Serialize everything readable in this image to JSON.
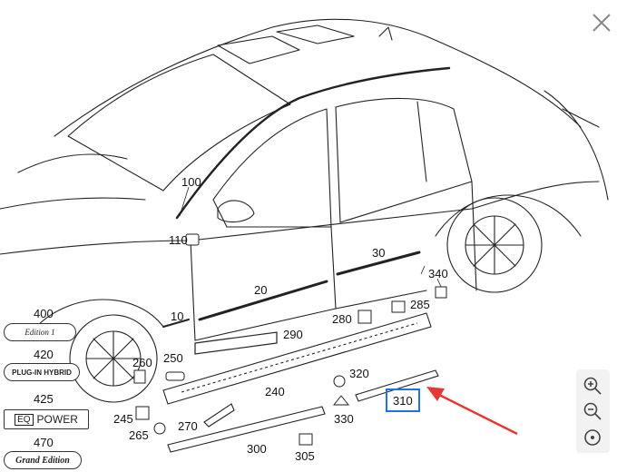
{
  "labels": {
    "p100": "100",
    "p110": "110",
    "p30": "30",
    "p340": "340",
    "p20": "20",
    "p285": "285",
    "p10": "10",
    "p280": "280",
    "p290": "290",
    "p250": "250",
    "p260": "260",
    "p320": "320",
    "p240": "240",
    "p310": "310",
    "p245": "245",
    "p270": "270",
    "p330": "330",
    "p265": "265",
    "p300": "300",
    "p305": "305",
    "p400": "400",
    "p420": "420",
    "p425": "425",
    "p470": "470"
  },
  "badges": {
    "edition1": "Edition 1",
    "plugin_hybrid": "PLUG-IN HYBRID",
    "eq_power": "POWER",
    "eq_mark": "EQ",
    "grand_edition": "Grand Edition"
  },
  "highlight": {
    "part": "310",
    "color": "#1e73e8"
  },
  "arrow_color": "#e53935",
  "controls": {
    "close": "close-icon",
    "zoom_in": "zoom-in-icon",
    "zoom_out": "zoom-out-icon",
    "reset": "reset-zoom-icon"
  }
}
